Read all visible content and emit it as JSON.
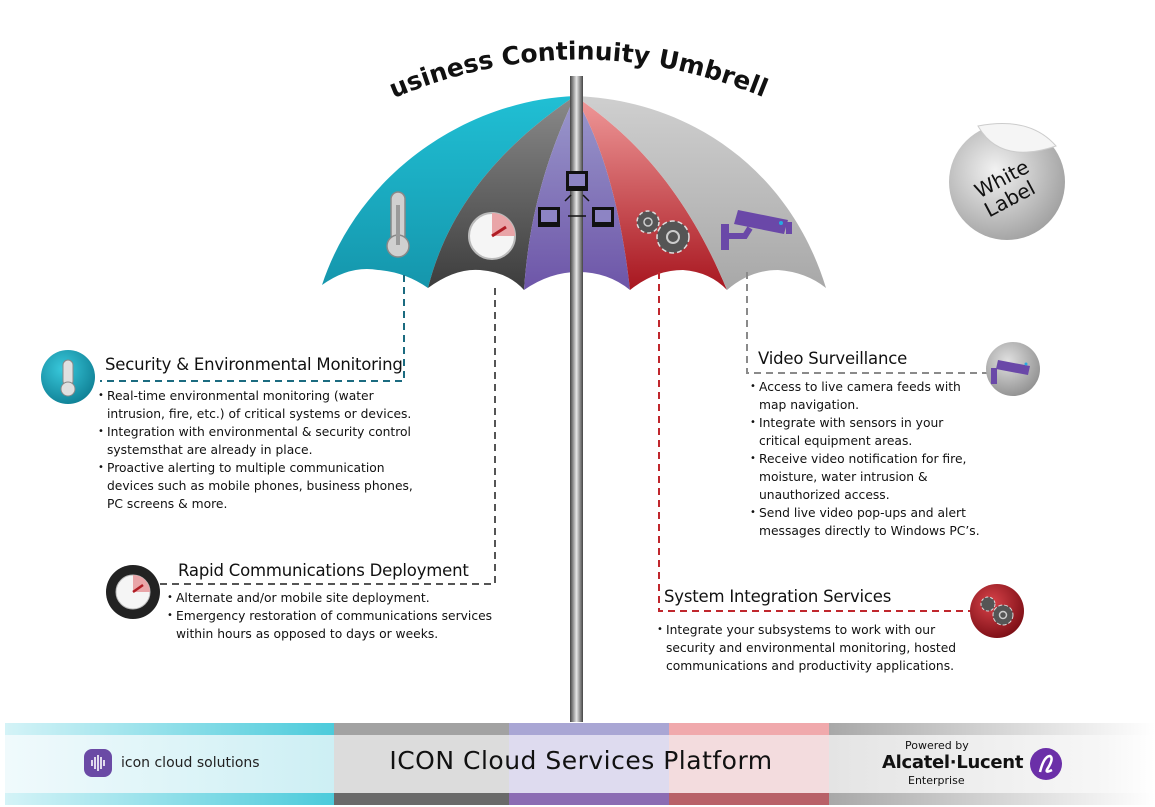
{
  "title": "Business Continuity Umbrella",
  "sticker": {
    "line1": "White",
    "line2": "Label"
  },
  "colors": {
    "teal": "#1fb8cf",
    "dark_gray": "#5a5a5a",
    "purple": "#8b84c4",
    "red": "#c2333d",
    "light_gray": "#c8c8c8",
    "line_teal": "#1b6b80",
    "line_gray": "#555555",
    "line_red": "#c0272d",
    "line_lightgray": "#8a8a8a"
  },
  "umbrella_panels": [
    {
      "name": "security-environmental",
      "icon": "thermometer-icon"
    },
    {
      "name": "rapid-deployment",
      "icon": "stopwatch-icon"
    },
    {
      "name": "network",
      "icon": "networked-computers-icon"
    },
    {
      "name": "system-integration",
      "icon": "gears-icon"
    },
    {
      "name": "video-surveillance",
      "icon": "security-camera-icon"
    }
  ],
  "sections": {
    "security": {
      "title": "Security & Environmental Monitoring",
      "bullets": [
        "Real-time environmental monitoring (water intrusion, fire, etc.) of critical systems or devices.",
        "Integration with environmental & security control systemsthat are already in place.",
        "Proactive alerting to multiple communication devices such as mobile phones, business phones, PC screens & more."
      ]
    },
    "rapid": {
      "title": "Rapid Communications Deployment",
      "bullets": [
        "Alternate and/or mobile site deployment.",
        "Emergency restoration of communications services within hours as opposed to days or weeks."
      ]
    },
    "video": {
      "title": "Video Surveillance",
      "bullets": [
        "Access to live camera feeds with map navigation.",
        "Integrate with sensors in your critical equipment areas.",
        "Receive video notification for fire, moisture, water intrusion & unauthorized access.",
        "Send live video pop-ups and alert messages directly to Windows PC’s."
      ]
    },
    "integration": {
      "title": "System Integration Services",
      "bullets": [
        "Integrate your subsystems to work with our security and environmental monitoring, hosted communications and productivity applications."
      ]
    }
  },
  "footer": {
    "brand": "icon cloud solutions",
    "platform": "ICON Cloud Services Platform",
    "powered_by": "Powered by",
    "partner": "Alcatel·Lucent",
    "partner_sub": "Enterprise"
  }
}
